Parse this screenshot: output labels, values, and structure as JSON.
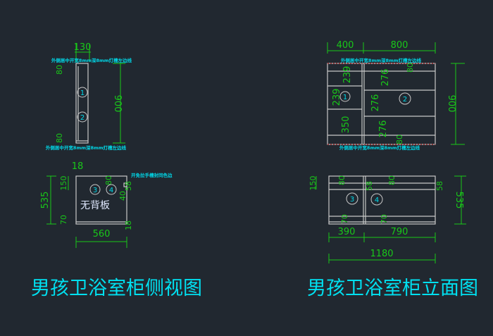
{
  "side_view": {
    "title": "男孩卫浴室柜侧视图",
    "dims": {
      "width_top": "130",
      "height": "900",
      "top_offset": "80",
      "bottom_offset": "80",
      "plinth_depth": "560",
      "base_height": "535",
      "top_rail": "150",
      "bottom_rail": "70",
      "board_thickness_top": "18",
      "board_thickness_bottom": "18",
      "handle_80": "80",
      "handle_58": "58",
      "handle_40": "40"
    },
    "notes": {
      "top_groove": "外侧居中开宽8mm深8mm灯槽左边线",
      "bottom_groove": "外侧居中开宽8mm深8mm灯槽左边线",
      "handle": "开免拉手槽封同色边",
      "no_back": "无背板"
    },
    "markers": [
      "1",
      "2",
      "3",
      "4"
    ]
  },
  "front_view": {
    "title": "男孩卫浴室柜立面图",
    "dims": {
      "left_width": "400",
      "right_width": "800",
      "height": "900",
      "left_shelf_1": "239",
      "left_shelf_2": "239",
      "left_shelf_3": "350",
      "right_shelf_1": "276",
      "right_shelf_2": "276",
      "right_shelf_3": "276",
      "top_80": "80",
      "bottom_80": "80",
      "base_left": "390",
      "base_right": "790",
      "base_total": "1180",
      "base_height": "535",
      "base_top_rail": "150",
      "rail_80_a": "80",
      "rail_80_b": "80",
      "rail_58_a": "58",
      "rail_58_b": "58",
      "rail_70_a": "70",
      "rail_70_b": "70"
    },
    "notes": {
      "top_groove": "外侧居中开宽8mm深8mm灯槽左边线",
      "bottom_groove": "外侧居中开宽8mm深8mm灯槽左边线"
    },
    "markers": [
      "1",
      "2",
      "3",
      "4"
    ]
  }
}
